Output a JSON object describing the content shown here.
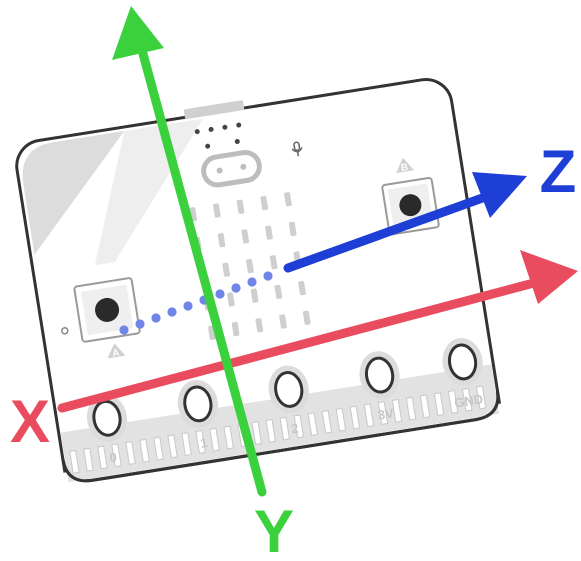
{
  "axes": {
    "x": {
      "label": "X",
      "color": "#ea4c5f"
    },
    "y": {
      "label": "Y",
      "color": "#3bd13d"
    },
    "z": {
      "label": "Z",
      "color": "#1e3fd6"
    },
    "z_hidden_color": "#6f86e8"
  },
  "board": {
    "body_color": "#ffffff",
    "outline_color": "#333333",
    "shade_color": "#d9d9d9",
    "button_a_label": "A",
    "button_b_label": "B",
    "pins": [
      "0",
      "1",
      "2",
      "3V",
      "GND"
    ]
  },
  "icons": {
    "microphone": "microphone-icon",
    "led_matrix": "led-matrix"
  }
}
